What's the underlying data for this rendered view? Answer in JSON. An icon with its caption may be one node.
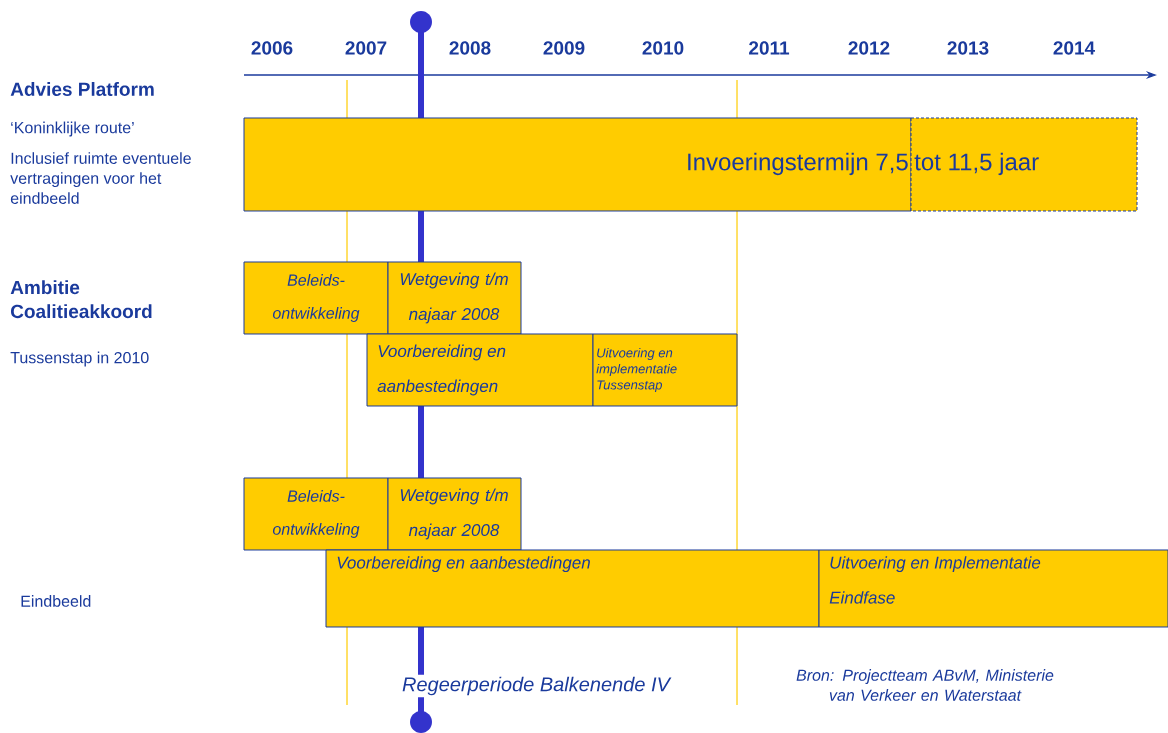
{
  "diagram": {
    "nodes": [
      {
        "text": [
          "Invoeringstermijn 7,5"
        ]
      },
      {
        "text": [
          "tot 11,5 jaar"
        ]
      },
      {
        "text": [
          "Beleids- ontwikkeling"
        ]
      },
      {
        "text": [
          "Wetgeving t/m najaar 2008"
        ]
      },
      {
        "text": [
          "Voorbereiding en aanbestedingen"
        ]
      },
      {
        "text": [
          "Uitvoering en implementatie Tussenstap"
        ]
      },
      {
        "text": [
          "Beleids- ontwikkeling"
        ]
      },
      {
        "text": [
          "Wetgeving t/m najaar 2008"
        ]
      },
      {
        "text": [
          "Voorbereiding en aanbestedingen"
        ]
      },
      {
        "text": [
          "Uitvoering en Implementatie Eindfase"
        ]
      }
    ],
    "labels": [
      "2006",
      "2007",
      "2008",
      "2009",
      "2010",
      "2011",
      "2012",
      "2013",
      "2014",
      "Advies Platform",
      "‘Koninklijke route’",
      "Inclusief ruimte eventuele vertragingen voor het eindbeeld",
      "Ambitie Coalitieakkoord",
      "Tussenstap in 2010",
      "Eindbeeld",
      "Regeerperiode Balkenende IV",
      "Bron: Projectteam ABvM, Ministerie van Verkeer en Waterstaat"
    ]
  }
}
